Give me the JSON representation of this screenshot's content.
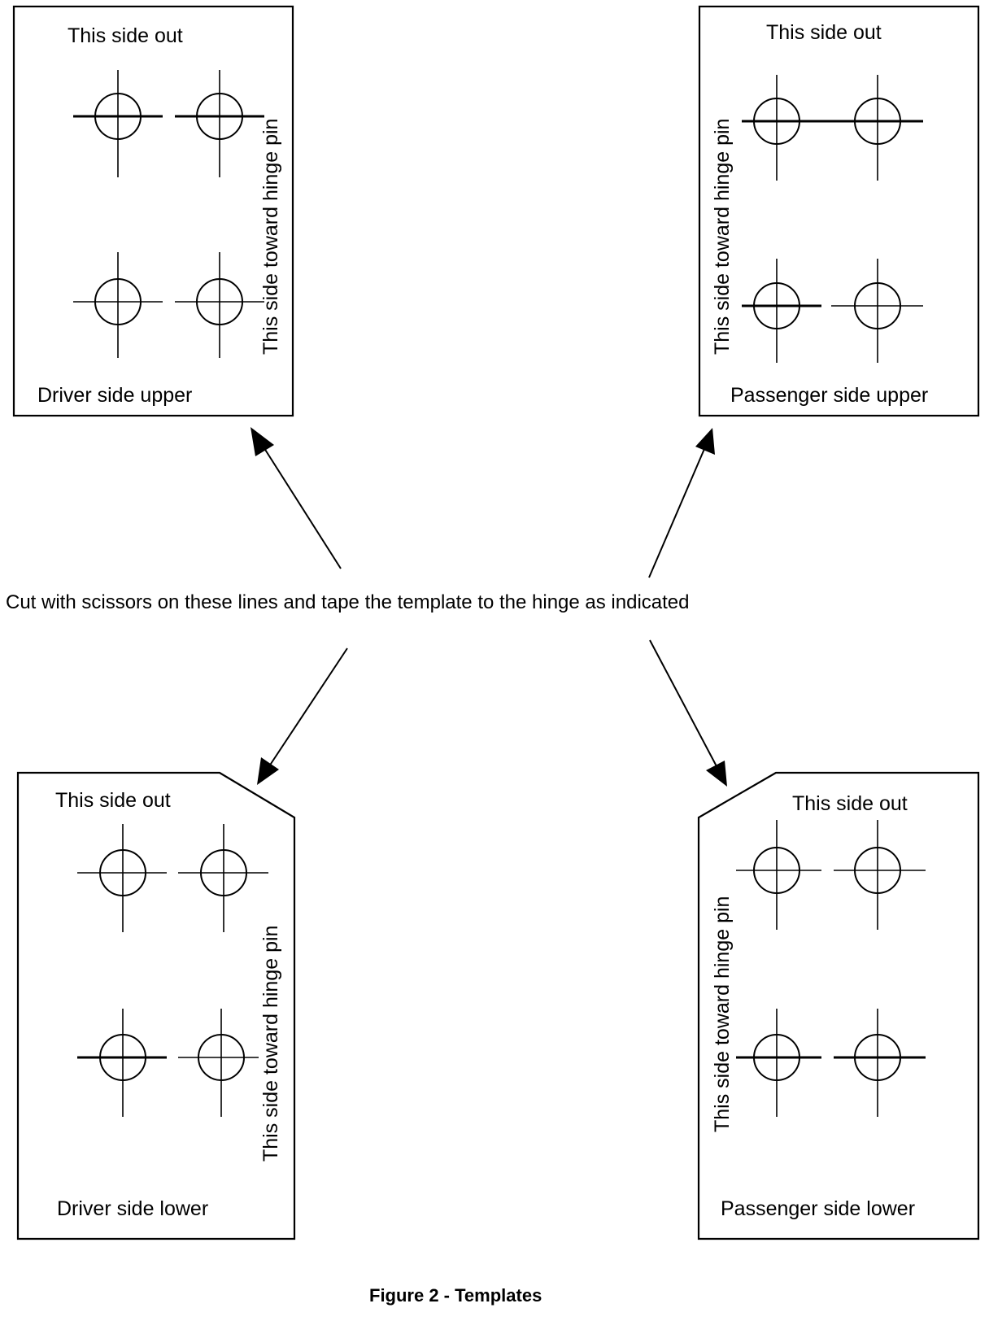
{
  "templates": {
    "driver_upper": {
      "label": "Driver side upper",
      "outer_note": "This side out",
      "hinge_note": "This side toward hinge pin"
    },
    "passenger_upper": {
      "label": "Passenger side upper",
      "outer_note": "This side out",
      "hinge_note": "This side toward hinge pin"
    },
    "driver_lower": {
      "label": "Driver side lower",
      "outer_note": "This side out",
      "hinge_note": "This side toward hinge pin"
    },
    "passenger_lower": {
      "label": "Passenger side lower",
      "outer_note": "This side out",
      "hinge_note": "This side toward hinge pin"
    }
  },
  "instruction": "Cut with scissors on these lines and tape the template to the hinge as indicated",
  "caption": "Figure 2 - Templates"
}
